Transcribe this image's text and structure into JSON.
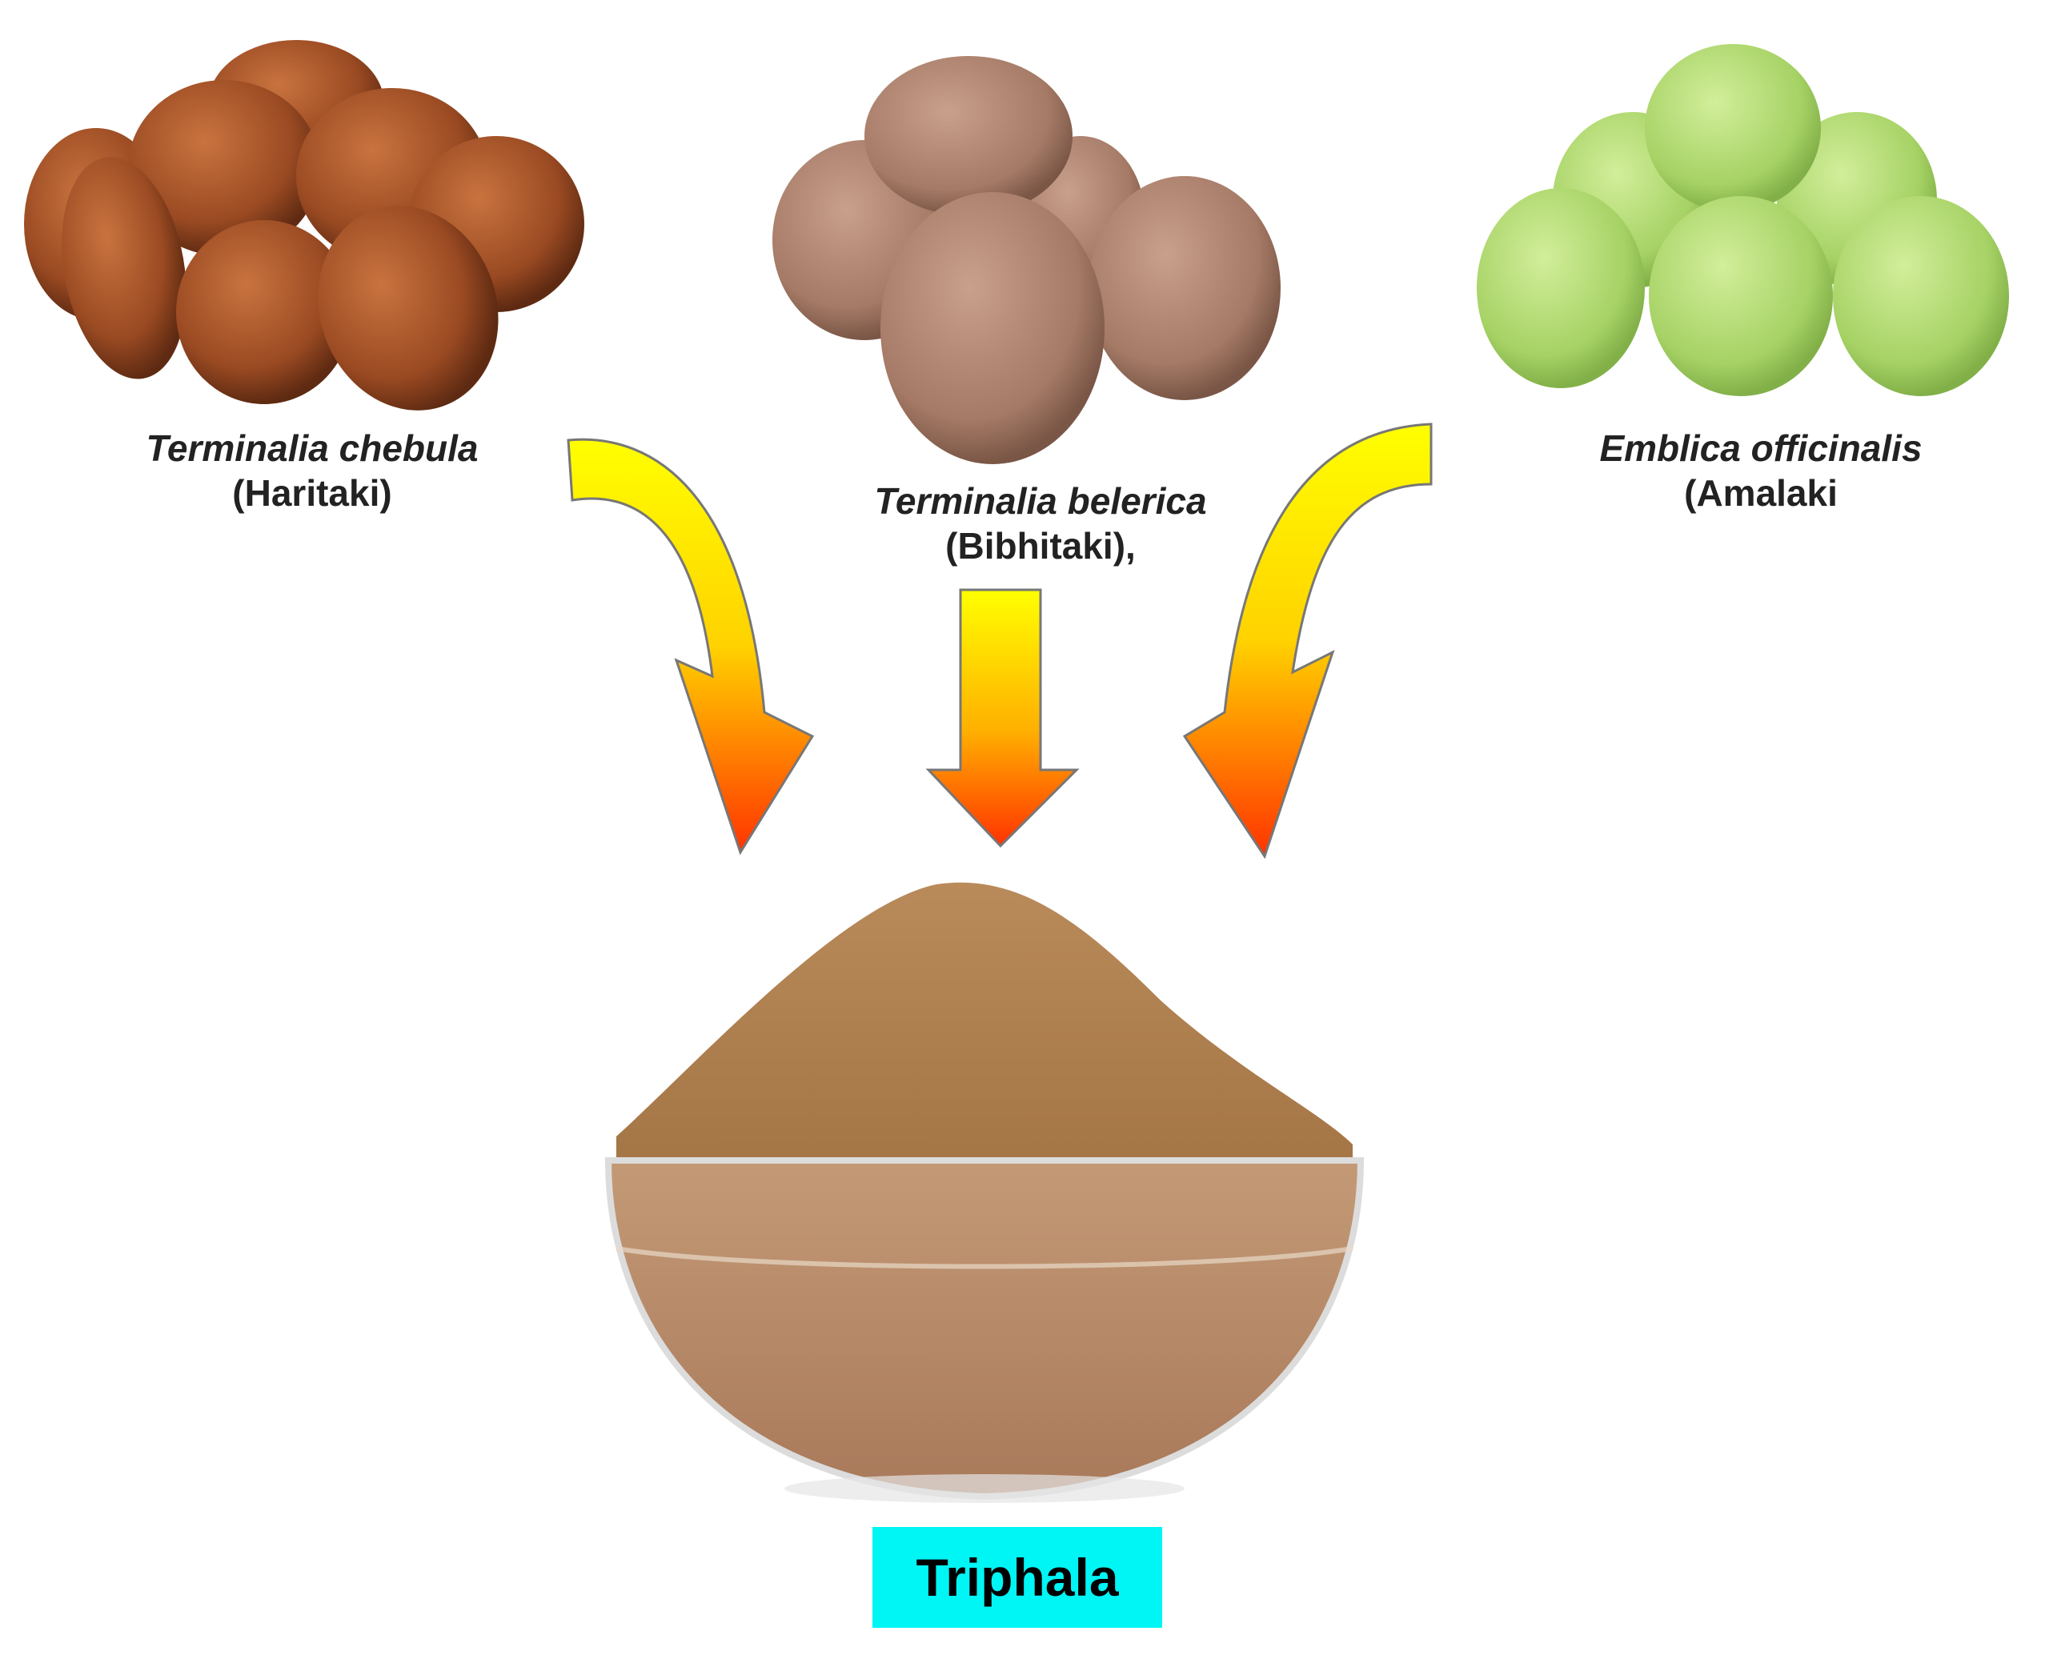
{
  "diagram": {
    "title": "Triphala",
    "ingredients": [
      {
        "scientific_name": "Terminalia chebula",
        "common_name": "(Haritaki)",
        "image": "haritaki-fruits-photo",
        "color": "#a0522d"
      },
      {
        "scientific_name": "Terminalia belerica",
        "common_name": "(Bibhitaki),",
        "image": "bibhitaki-fruits-photo",
        "color": "#b08a78"
      },
      {
        "scientific_name": "Emblica officinalis",
        "common_name": "(Amalaki",
        "image": "amalaki-fruits-photo",
        "color": "#a9d46a"
      }
    ],
    "product": {
      "label": "Triphala",
      "image": "triphala-powder-bowl-photo",
      "label_bg": "#00f5f5"
    },
    "arrows": {
      "gradient_top": "#ffff00",
      "gradient_bottom": "#ff3300",
      "count": 3
    }
  }
}
